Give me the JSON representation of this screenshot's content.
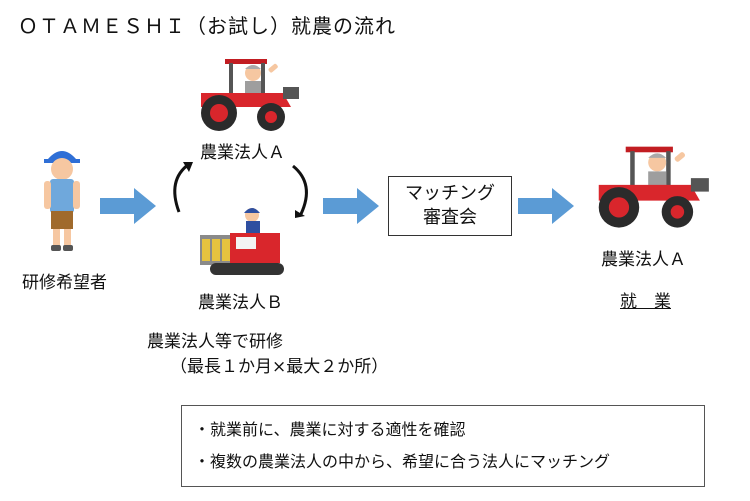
{
  "title": "ＯＴＡＭＥＳＨＩ（お試し）就農の流れ",
  "trainee": {
    "label": "研修希望者",
    "icon": "farmer-person-icon"
  },
  "corp_a": {
    "label": "農業法人Ａ",
    "icon": "tractor-farmer-icon"
  },
  "corp_b": {
    "label": "農業法人Ｂ",
    "icon": "combine-harvester-icon"
  },
  "training": {
    "line1": "農業法人等で研修",
    "line2": "（最長１か月×最大２か所）"
  },
  "matching": {
    "line1": "マッチング",
    "line2": "審査会"
  },
  "result": {
    "corp_label": "農業法人Ａ",
    "status": "就　業",
    "icon": "tractor-farmer-icon"
  },
  "notes": [
    "・就業前に、農業に対する適性を確認",
    "・複数の農業法人の中から、希望に合う法人にマッチング"
  ],
  "colors": {
    "arrow": "#5b9bd5",
    "tractor": "#d9262c",
    "box_border": "#333333"
  }
}
